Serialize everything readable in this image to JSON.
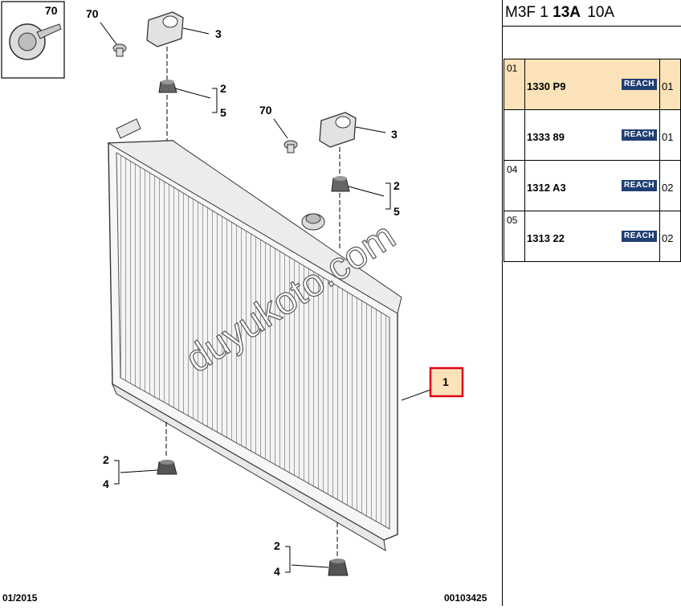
{
  "header": {
    "prefix": "M3F 1",
    "bold": "13A",
    "suffix": "10A"
  },
  "parts": [
    {
      "index": "01",
      "ref": "1330 P9",
      "badge": "REACH",
      "qty": "01",
      "selected": true
    },
    {
      "index": "",
      "ref": "1333 89",
      "badge": "REACH",
      "qty": "01",
      "selected": false
    },
    {
      "index": "04",
      "ref": "1312 A3",
      "badge": "REACH",
      "qty": "02",
      "selected": false
    },
    {
      "index": "05",
      "ref": "1313 22",
      "badge": "REACH",
      "qty": "02",
      "selected": false
    }
  ],
  "callouts": {
    "screw": "70",
    "screw_inset": "70",
    "bracket": "3",
    "mount_a": "2",
    "mount_b": "5",
    "mount_c": "4",
    "radiator": "1"
  },
  "footer": {
    "date": "01/2015",
    "code": "00103425"
  },
  "watermark": "duyukoto.com",
  "colors": {
    "highlight": "#fbe2b8",
    "callout_border": "#e0001b",
    "badge": "#1f3f73"
  }
}
